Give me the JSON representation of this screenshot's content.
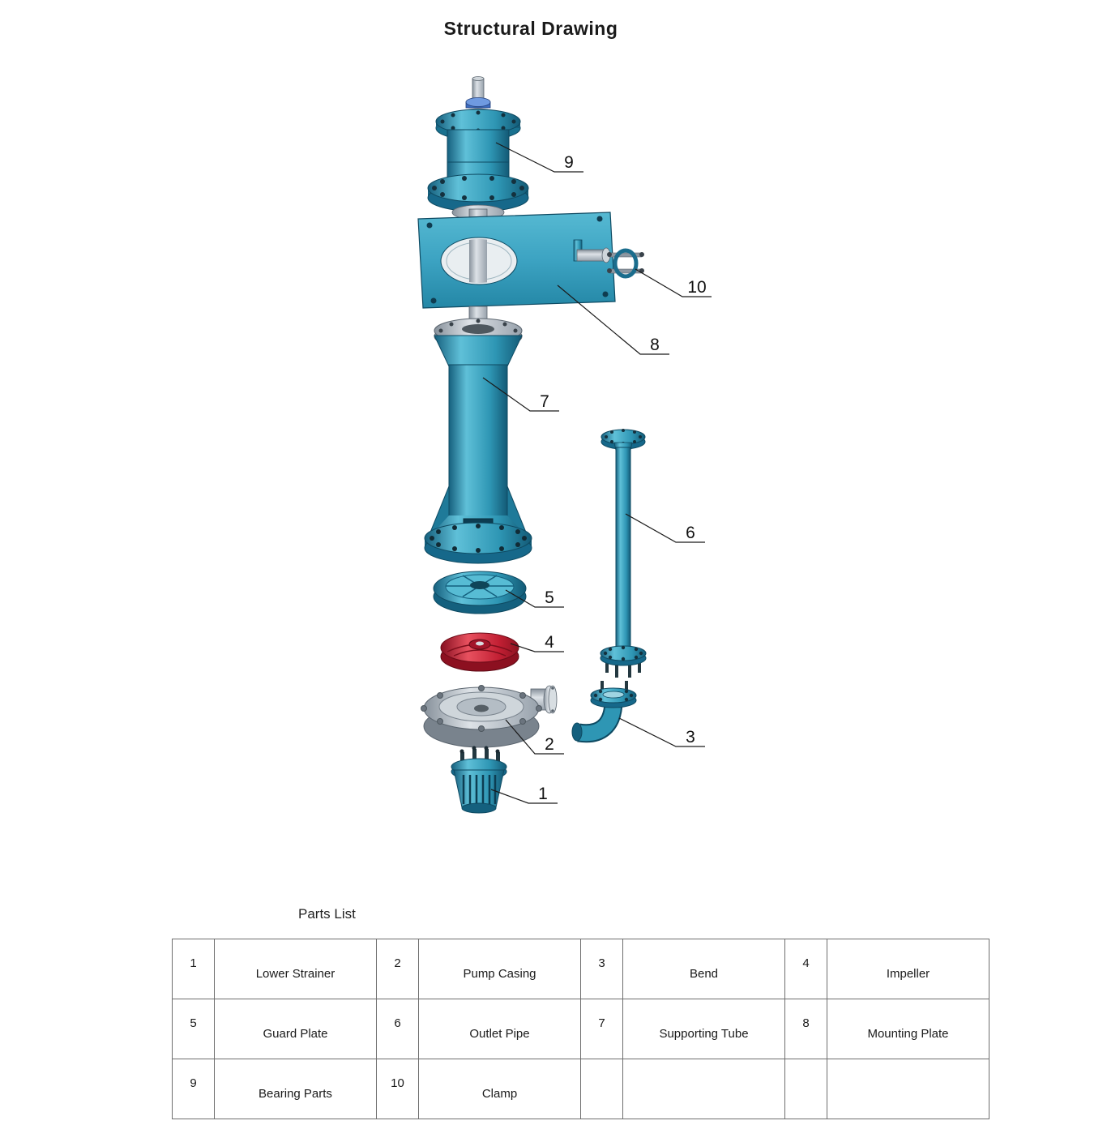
{
  "title": "Structural Drawing",
  "parts_list": {
    "heading": "Parts List",
    "rows": [
      [
        {
          "num": "1",
          "name": "Lower Strainer"
        },
        {
          "num": "2",
          "name": "Pump Casing"
        },
        {
          "num": "3",
          "name": "Bend"
        },
        {
          "num": "4",
          "name": "Impeller"
        }
      ],
      [
        {
          "num": "5",
          "name": "Guard Plate"
        },
        {
          "num": "6",
          "name": "Outlet Pipe"
        },
        {
          "num": "7",
          "name": "Supporting Tube"
        },
        {
          "num": "8",
          "name": "Mounting Plate"
        }
      ],
      [
        {
          "num": "9",
          "name": "Bearing Parts"
        },
        {
          "num": "10",
          "name": "Clamp"
        },
        {
          "num": "",
          "name": ""
        },
        {
          "num": "",
          "name": ""
        }
      ]
    ]
  },
  "diagram": {
    "labels": [
      "1",
      "2",
      "3",
      "4",
      "5",
      "6",
      "7",
      "8",
      "9",
      "10"
    ],
    "colors": {
      "teal": "#2e96b4",
      "teal_dark": "#14607e",
      "metal_gray": "#aab4be",
      "impeller_red": "#c21f33",
      "line": "#1a1a1a"
    }
  }
}
